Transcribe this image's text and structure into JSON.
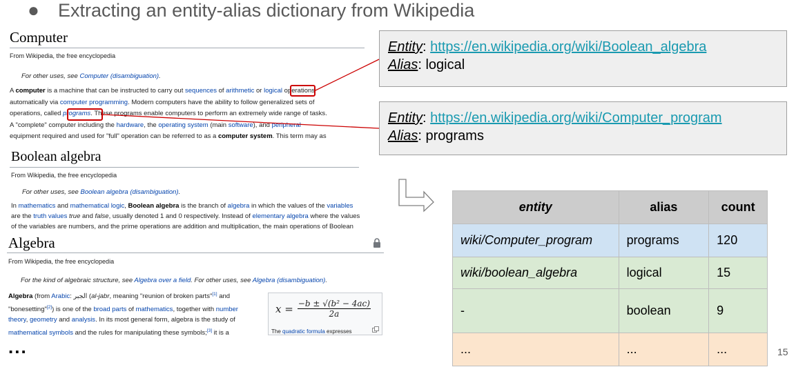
{
  "slide": {
    "bullet": "●",
    "title": "Extracting an entity-alias dictionary from Wikipedia",
    "page_number": "15",
    "ellipsis": "..."
  },
  "computer": {
    "title": "Computer",
    "subtitle": "From Wikipedia, the free encyclopedia",
    "hatnote_pre": "For other uses, see ",
    "hatnote_link": "Computer (disambiguation)",
    "hatnote_post": ".",
    "l1_a": "A ",
    "l1_b": "computer",
    "l1_c": " is a machine that can be instructed to carry out ",
    "l1_d": "sequences",
    "l1_e": " of ",
    "l1_f": "arithmetic",
    "l1_g": " or ",
    "l1_h": "logical",
    "l1_i": " operations",
    "l2_a": "automatically via ",
    "l2_b": "computer programming",
    "l2_c": ". Modern computers have the ability to follow generalized sets of",
    "l3_a": "operations, called ",
    "l3_b": "programs",
    "l3_c": ". These programs enable computers to perform an extremely wide range of tasks.",
    "l4_a": "A \"complete\" computer including the ",
    "l4_b": "hardware",
    "l4_c": ", the ",
    "l4_d": "operating system",
    "l4_e": " (main ",
    "l4_f": "software",
    "l4_g": "), and ",
    "l4_h": "peripheral",
    "l5_a": "equipment required and used for \"full\" operation can be referred to as a ",
    "l5_b": "computer system",
    "l5_c": ". This term may as"
  },
  "boolean": {
    "title": "Boolean algebra",
    "subtitle": "From Wikipedia, the free encyclopedia",
    "hatnote_pre": "For other uses, see ",
    "hatnote_link": "Boolean algebra (disambiguation)",
    "hatnote_post": ".",
    "l1_a": "In ",
    "l1_b": "mathematics",
    "l1_c": " and ",
    "l1_d": "mathematical logic",
    "l1_e": ", ",
    "l1_f": "Boolean algebra",
    "l1_g": " is the branch of ",
    "l1_h": "algebra",
    "l1_i": " in which the values of the ",
    "l1_j": "variables",
    "l2_a": "are the ",
    "l2_b": "truth values",
    "l2_c": " ",
    "l2_d": "true",
    "l2_e": " and ",
    "l2_f": "false",
    "l2_g": ", usually denoted 1 and 0 respectively. Instead of ",
    "l2_h": "elementary algebra",
    "l2_i": " where the values",
    "l3_a": "of the variables are numbers, and the prime operations are addition and multiplication, the main operations of Boolean"
  },
  "algebra": {
    "title": "Algebra",
    "subtitle": "From Wikipedia, the free encyclopedia",
    "hatnote_pre": "For the kind of algebraic structure, see ",
    "hatnote_link1": "Algebra over a field",
    "hatnote_mid": ". For other uses, see ",
    "hatnote_link2": "Algebra (disambiguation)",
    "hatnote_post": ".",
    "l1_a": "Algebra",
    "l1_b": " (from ",
    "l1_c": "Arabic",
    "l1_d": ": الجبر (",
    "l1_e": "al-jabr",
    "l1_f": ", meaning \"reunion of broken parts\"",
    "l1_g": "[1]",
    "l1_h": " and",
    "l2_a": "\"bonesetting\"",
    "l2_b": "[2]",
    "l2_c": ") is one of the ",
    "l2_d": "broad parts",
    "l2_e": " of ",
    "l2_f": "mathematics",
    "l2_g": ", together with ",
    "l2_h": "number",
    "l3_a": "theory",
    "l3_b": ", ",
    "l3_c": "geometry",
    "l3_d": " and ",
    "l3_e": "analysis",
    "l3_f": ". In its most general form, algebra is the study of",
    "l4_a": "mathematical symbols",
    "l4_b": " and the rules for manipulating these symbols;",
    "l4_c": "[3]",
    "l4_d": " it is a",
    "formula_lhs": "x =",
    "formula_num": "−b ± √(b² − 4ac)",
    "formula_den": "2a",
    "caption_a": "The ",
    "caption_b": "quadratic formula",
    "caption_c": " expresses"
  },
  "callouts": [
    {
      "entity_label": "Entity",
      "sep": ": ",
      "url": "https://en.wikipedia.org/wiki/Boolean_algebra",
      "alias_label": "Alias",
      "alias": "logical"
    },
    {
      "entity_label": "Entity",
      "sep": ": ",
      "url": "https://en.wikipedia.org/wiki/Computer_program",
      "alias_label": "Alias",
      "alias": "programs"
    }
  ],
  "table": {
    "headers": [
      "entity",
      "alias",
      "count"
    ],
    "rows": [
      [
        "wiki/Computer_program",
        "programs",
        "120"
      ],
      [
        "wiki/boolean_algebra",
        "logical",
        "15"
      ],
      [
        "-",
        "boolean",
        "9"
      ],
      [
        "...",
        "...",
        "..."
      ]
    ]
  },
  "colors": {
    "accent_red": "#cc0000",
    "link_blue": "#0645ad",
    "url_teal": "#1a9ab0",
    "row_blue": "#cfe2f3",
    "row_green": "#d9ead3",
    "row_orange": "#fce5cd",
    "header_gray": "#cccccc"
  },
  "icons": [
    "lock-icon",
    "arrow-down-right-icon",
    "enlarge-icon"
  ]
}
